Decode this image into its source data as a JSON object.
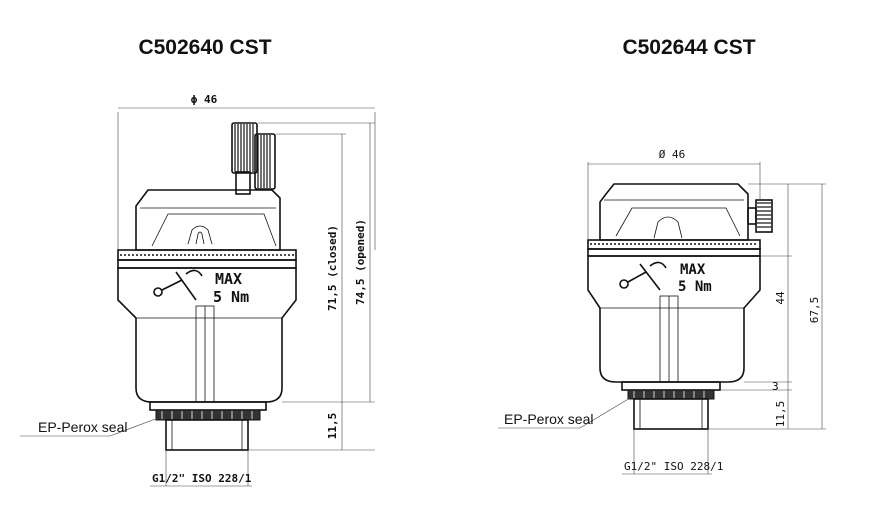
{
  "left": {
    "title": "C502640 CST",
    "diameter": "ϕ 46",
    "height_closed": "71,5 (closed)",
    "height_opened": "74,5 (opened)",
    "thread_length": "11,5",
    "thread": "G1/2\" ISO 228/1",
    "seal": "EP-Perox seal",
    "marking_max": "MAX",
    "marking_torque": "5 Nm"
  },
  "right": {
    "title": "C502644 CST",
    "diameter": "Ø 46",
    "height_body": "44",
    "height_total": "67,5",
    "gap": "3",
    "thread_length": "11,5",
    "thread": "G1/2\" ISO 228/1",
    "seal": "EP-Perox seal",
    "marking_max": "MAX",
    "marking_torque": "5 Nm"
  }
}
